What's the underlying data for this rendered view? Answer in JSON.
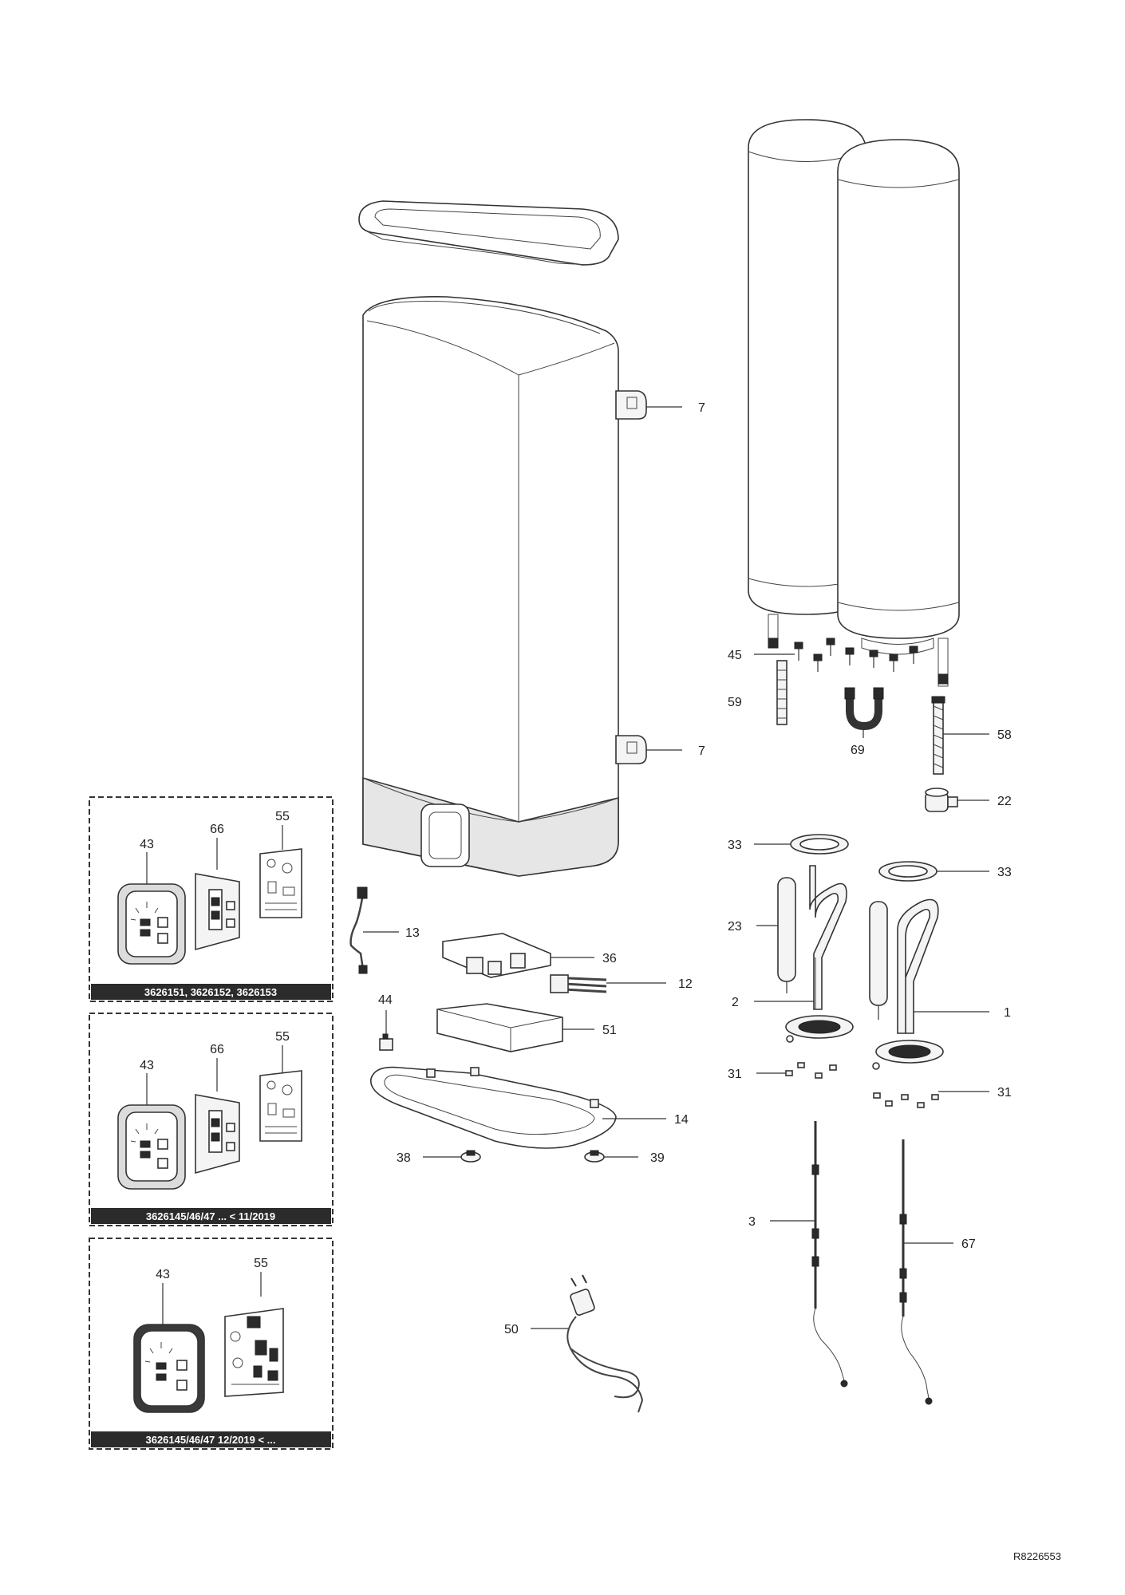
{
  "labels": {
    "p7a": "7",
    "p7b": "7",
    "p45": "45",
    "p59": "59",
    "p69": "69",
    "p58": "58",
    "p22": "22",
    "p33a": "33",
    "p33b": "33",
    "p23": "23",
    "p2": "2",
    "p1": "1",
    "p31a": "31",
    "p31b": "31",
    "p13": "13",
    "p36": "36",
    "p12": "12",
    "p44": "44",
    "p51": "51",
    "p14": "14",
    "p38": "38",
    "p39": "39",
    "p3": "3",
    "p67": "67",
    "p50": "50",
    "b1_43": "43",
    "b1_66": "66",
    "b1_55": "55",
    "b2_43": "43",
    "b2_66": "66",
    "b2_55": "55",
    "b3_43": "43",
    "b3_55": "55"
  },
  "boxes": {
    "box1_caption": "3626151, 3626152, 3626153",
    "box2_caption": "3626145/46/47    ... < 11/2019",
    "box3_caption": "3626145/46/47    12/2019 < ..."
  },
  "reference": "R8226553"
}
